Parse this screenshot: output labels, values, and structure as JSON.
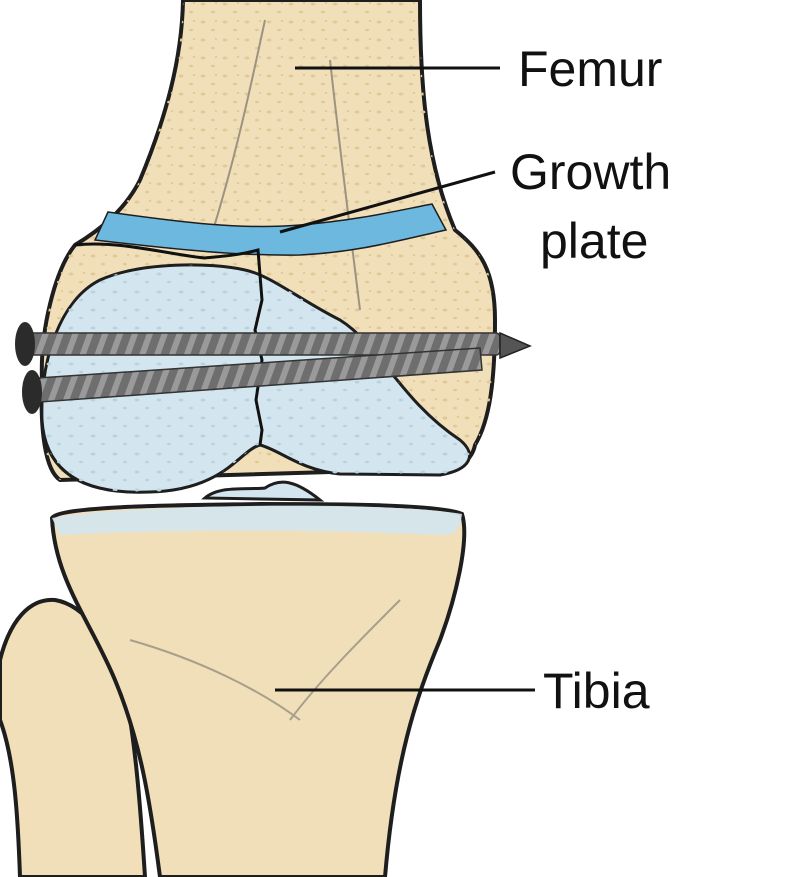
{
  "labels": {
    "femur": "Femur",
    "growth_plate_line1": "Growth",
    "growth_plate_line2": "plate",
    "tibia": "Tibia"
  },
  "colors": {
    "bone": "#f0dfb9",
    "bone_shade": "#e6cf9f",
    "cartilage": "#d3e6ef",
    "growth_plate": "#6db8df",
    "outline": "#1e1e1e",
    "screw": "#6b6b6b"
  }
}
